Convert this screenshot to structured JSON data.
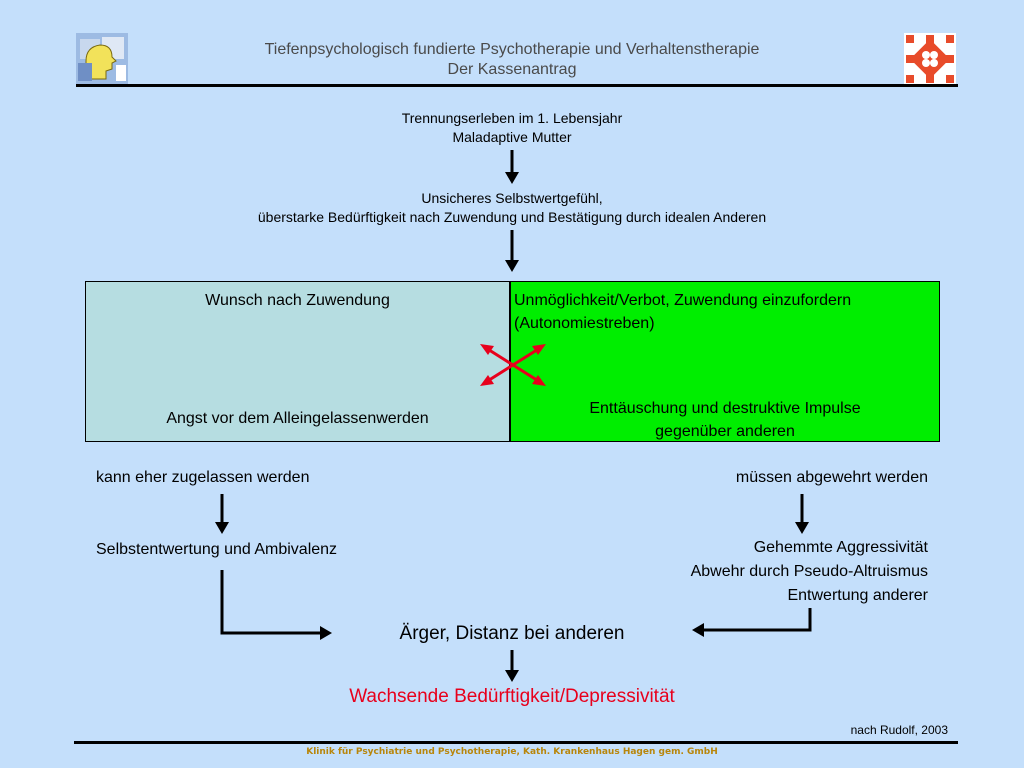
{
  "header": {
    "title_line1": "Tiefenpsychologisch fundierte Psychotherapie und Verhaltenstherapie",
    "title_line2": "Der Kassenantrag"
  },
  "flow": {
    "step1_line1": "Trennungserleben im 1. Lebensjahr",
    "step1_line2": "Maladaptive Mutter",
    "step2_line1": "Unsicheres Selbstwertgefühl,",
    "step2_line2": "überstarke Bedürftigkeit nach Zuwendung und Bestätigung durch idealen Anderen"
  },
  "conflict": {
    "left_top": "Wunsch nach Zuwendung",
    "left_bottom": "Angst vor dem Alleingelassenwerden",
    "right_top_line1": "Unmöglichkeit/Verbot, Zuwendung einzufordern",
    "right_top_line2": "(Autonomiestreben)",
    "right_bottom_line1": "Enttäuschung und destruktive Impulse",
    "right_bottom_line2": "gegenüber anderen"
  },
  "left_branch": {
    "label": "kann eher zugelassen werden",
    "result": "Selbstentwertung und Ambivalenz"
  },
  "right_branch": {
    "label": "müssen abgewehrt werden",
    "result_line1": "Gehemmte Aggressivität",
    "result_line2": "Abwehr durch Pseudo-Altruismus",
    "result_line3": "Entwertung anderer"
  },
  "outcome": {
    "merge": "Ärger, Distanz bei anderen",
    "final": "Wachsende Bedürftigkeit/Depressivität"
  },
  "source": "nach Rudolf, 2003",
  "footer": "Klinik für Psychiatrie und Psychotherapie, Kath. Krankenhaus Hagen gem. GmbH",
  "colors": {
    "background": "#c4dffb",
    "box_left": "#b6dde1",
    "box_right": "#00ee00",
    "final_text": "#e8001c",
    "conflict_arrows": "#e8001c",
    "footer_text": "#b8860b"
  },
  "icons": {
    "left_logo": "puzzle-head-logo-icon",
    "right_logo": "clinic-cross-logo-icon",
    "conflict_marker": "crossed-double-arrows-icon"
  }
}
